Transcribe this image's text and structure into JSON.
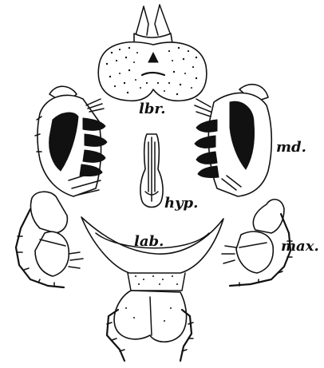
{
  "labels": {
    "labrum": "lbr.",
    "mandible": "md.",
    "hypopharynx": "hyp.",
    "labium": "lab.",
    "maxilla": "max."
  },
  "colors": {
    "ink": "#111111",
    "paper": "#ffffff"
  }
}
